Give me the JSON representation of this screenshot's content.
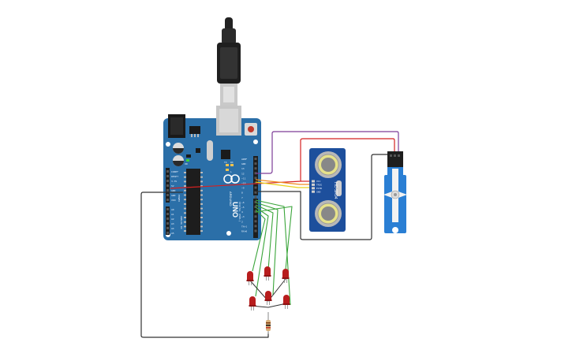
{
  "board": {
    "brand": "ARDUINO",
    "model": "UNO",
    "color": "#2b6fa8",
    "power_pins": [
      "IOREF",
      "RESET",
      "3.3V",
      "5V",
      "GND",
      "GND",
      "VIN"
    ],
    "analog_pins": [
      "A0",
      "A1",
      "A2",
      "A3",
      "A4",
      "A5"
    ],
    "digital_pins": [
      "AREF",
      "GND",
      "13",
      "12",
      "~11",
      "~10",
      "~9",
      "8",
      "7",
      "~6",
      "~5",
      "4",
      "~3",
      "2",
      "TX▸1",
      "RX◂0"
    ],
    "section_labels": [
      "POWER",
      "ANALOG IN",
      "DIGITAL (PWM~)"
    ],
    "leds": [
      "TX",
      "RX",
      "L",
      "ON"
    ]
  },
  "sensor": {
    "model": "HC-SR04",
    "pins": [
      "VCC",
      "TRIG",
      "ECHO",
      "GND"
    ],
    "color": "#1d4f9c"
  },
  "servo": {
    "color": "#2a7fd4"
  },
  "leds": {
    "count": 6,
    "color": "#b81d1d"
  },
  "wires": {
    "power": "#d42121",
    "signal_purple": "#7d3c98",
    "ground": "#333333",
    "orange": "#f08c1e",
    "yellow": "#e8d21a",
    "green": "#3aa53a"
  }
}
